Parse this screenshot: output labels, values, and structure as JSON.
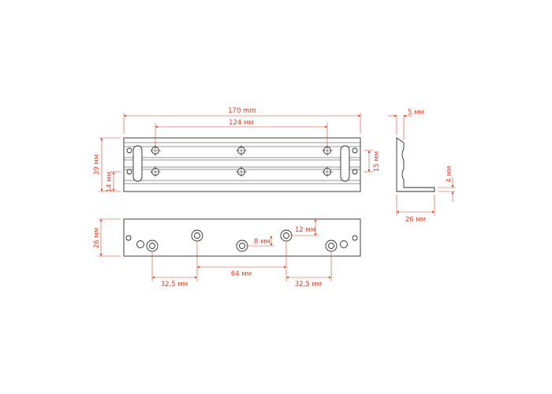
{
  "dimensions": {
    "total_length": "170 mm",
    "hole_spacing_top": "124 мм",
    "height_top": "39 мм",
    "slot_offset": "14 мм",
    "slot_span": "15 мм",
    "profile_thickness": "5 мм",
    "profile_wall": "4 мм",
    "profile_width": "26 мм",
    "bottom_height": "26 мм",
    "hole_offset_vertical": "12 мм",
    "hole_offset_small": "8 мм",
    "spacing_left": "32,5 мм",
    "spacing_middle": "64 мм",
    "spacing_right": "32,5 мм"
  },
  "colors": {
    "dimension": "#e63a1e",
    "outline": "#2b2b2b"
  }
}
